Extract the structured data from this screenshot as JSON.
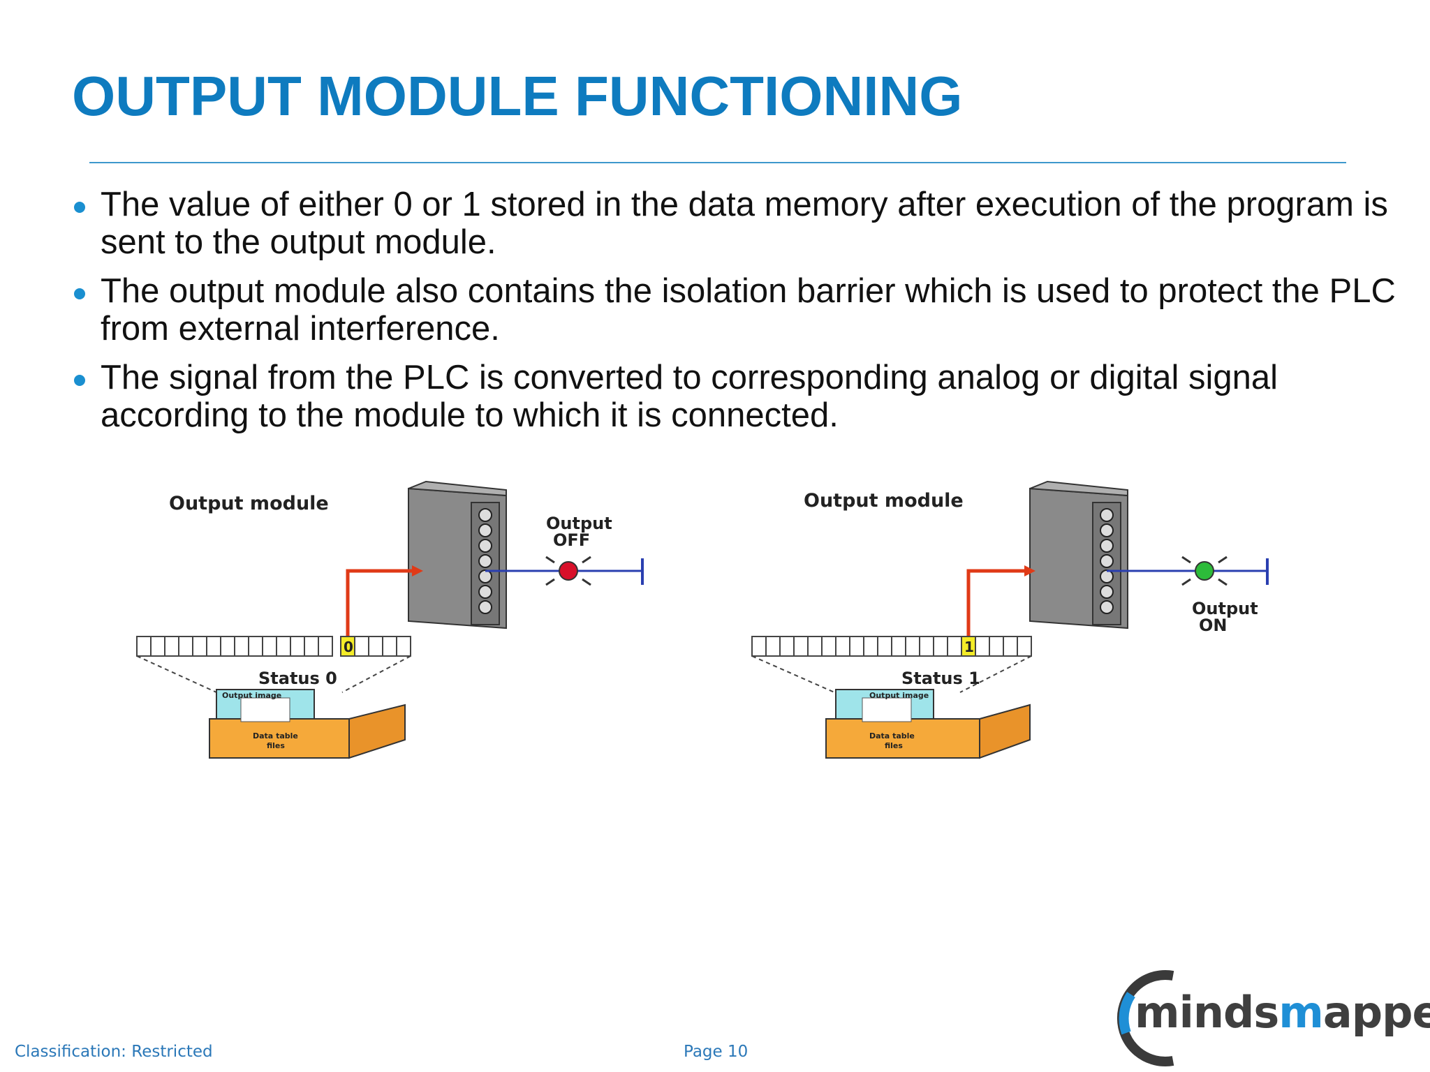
{
  "slide": {
    "title": "OUTPUT MODULE FUNCTIONING",
    "bullets": [
      "The value of either 0 or 1 stored in the data memory after execution of the program is sent to the output module.",
      "The output module also contains the isolation barrier which is used to protect the PLC from external interference.",
      "The signal from the PLC is converted to corresponding analog or digital signal according to the module to which it is connected."
    ]
  },
  "diagrams": [
    {
      "module_label": "Output module",
      "output_label_line1": "Output",
      "output_label_line2": "OFF",
      "bit_value": "0",
      "status_label": "Status 0",
      "output_image_label": "Output image",
      "data_table_line1": "Data table",
      "data_table_line2": "files",
      "led_color": "#d8102a"
    },
    {
      "module_label": "Output module",
      "output_label_line1": "Output",
      "output_label_line2": "ON",
      "bit_value": "1",
      "status_label": "Status 1",
      "output_image_label": "Output image",
      "data_table_line1": "Data table",
      "data_table_line2": "files",
      "led_color": "#2dbb3a"
    }
  ],
  "footer": {
    "classification": "Classification: Restricted",
    "page": "Page 10"
  },
  "logo": {
    "part1": "minds",
    "part2": "m",
    "part3": "apped"
  },
  "colors": {
    "title": "#0e7bbf",
    "bullet_dot": "#1a8fd0",
    "arrow": "#e03a17",
    "bit_highlight": "#f4ec28",
    "tray": "#f5a93a",
    "output_image": "#9fe4ea"
  }
}
